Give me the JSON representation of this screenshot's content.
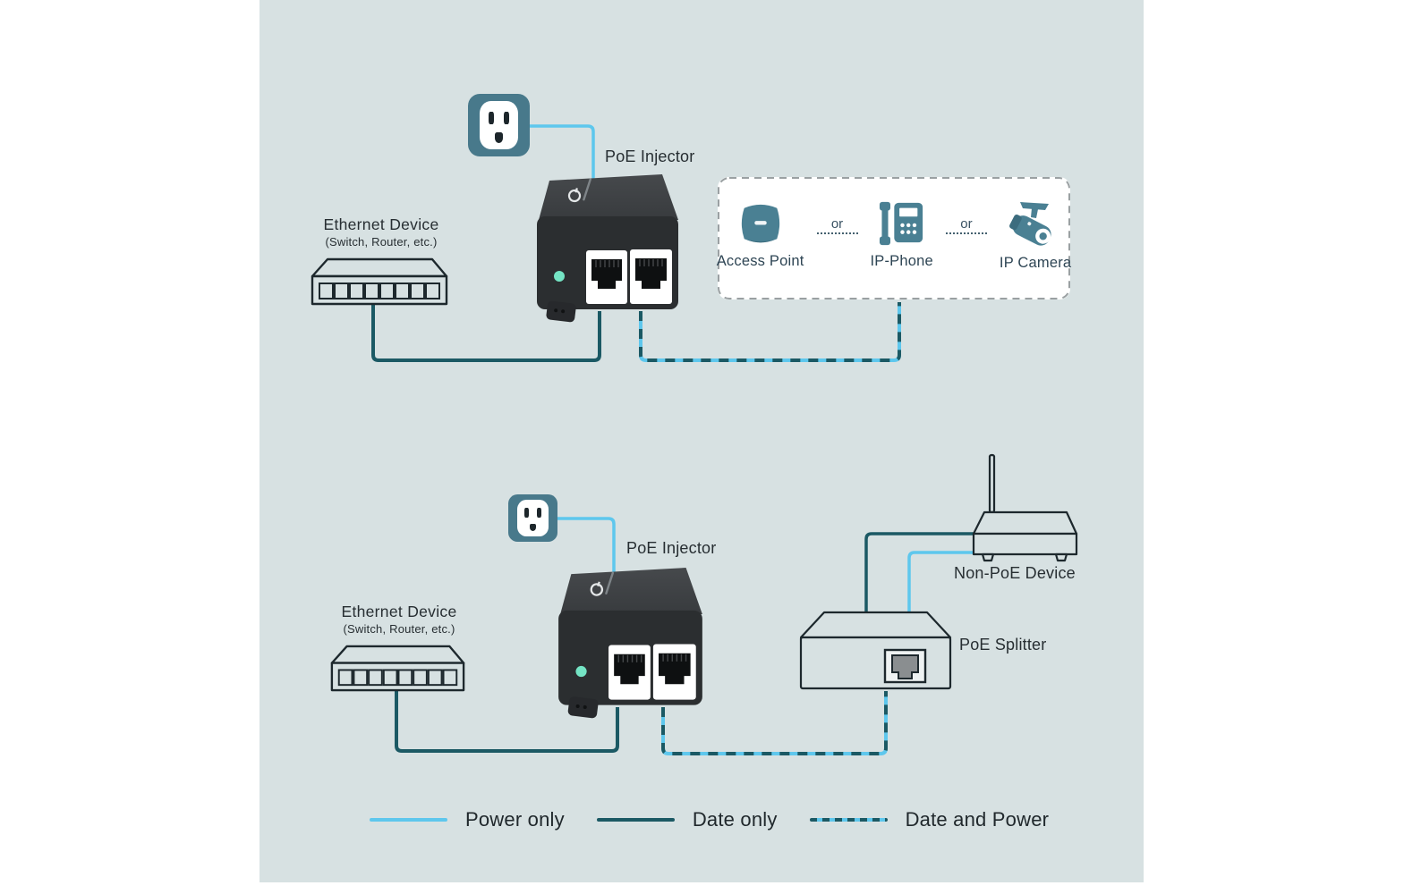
{
  "colors": {
    "panel_bg": "#d7e1e2",
    "power_line_blue": "#5ec7ed",
    "data_line_teal": "#1b5964",
    "outlet_teal": "#48798b",
    "device_icon_teal": "#4a8093",
    "outline_dark": "#1d282d",
    "injector_led_mint": "#74e4c4"
  },
  "icons": {
    "power-outlet-icon": "teal rounded square, white socket face, two slots and ground hole",
    "poe-injector-icon": "black box with two RJ45 ports and mint LED",
    "ethernet-switch-icon": "outlined desktop switch with 8 front ports",
    "access-point-icon": "teal rounded access point with tiny logo",
    "ip-phone-icon": "teal desk phone with handset, screen and keypad dots",
    "ip-camera-icon": "teal bullet camera with mount and lens",
    "poe-splitter-icon": "outlined box with one RJ45 jack",
    "non-poe-device-icon": "outlined router with single antenna"
  },
  "top_diagram": {
    "poe_injector_label": "PoE Injector",
    "ethernet_device": {
      "title": "Ethernet Device",
      "subtitle": "(Switch, Router, etc.)"
    },
    "or_label": "or",
    "powered_devices": [
      {
        "label": "Access Point"
      },
      {
        "label": "IP-Phone"
      },
      {
        "label": "IP Camera"
      }
    ]
  },
  "bottom_diagram": {
    "poe_injector_label": "PoE Injector",
    "ethernet_device": {
      "title": "Ethernet Device",
      "subtitle": "(Switch, Router, etc.)"
    },
    "poe_splitter_label": "PoE Splitter",
    "non_poe_device_label": "Non-PoE Device"
  },
  "legend": {
    "items": [
      {
        "label": "Power only",
        "type": "power"
      },
      {
        "label": "Date only",
        "type": "data"
      },
      {
        "label": "Date and Power",
        "type": "data_power"
      }
    ]
  }
}
